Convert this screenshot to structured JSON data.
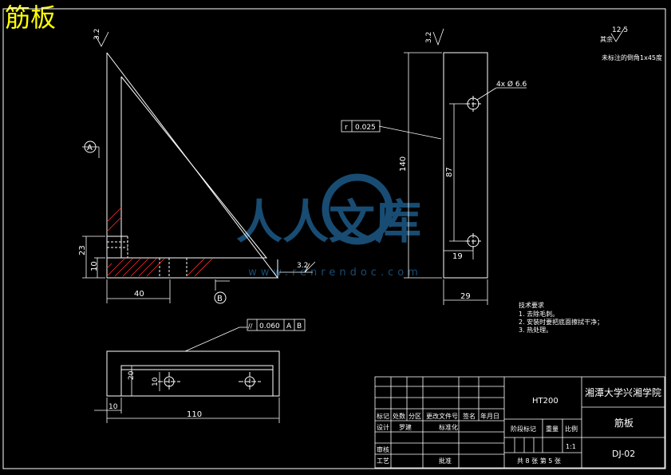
{
  "header": {
    "title": "筋板"
  },
  "colors": {
    "background": "#000000",
    "line": "#ffffff",
    "title": "#ffff00",
    "watermark": "#1d5a88",
    "red": "#ff3030"
  },
  "watermark": {
    "text": "人人文库",
    "url": "www.renrendoc.com"
  },
  "dimensions": {
    "d40": "40",
    "d23": "23",
    "d10a": "10",
    "d140": "140",
    "d87": "87",
    "d19": "19",
    "d29": "29",
    "d20": "20",
    "d10b": "10",
    "d10c": "10",
    "d110": "110"
  },
  "datums": {
    "a": "A",
    "b": "B"
  },
  "tolerances": {
    "roundness_sym": "r",
    "roundness_val": "0.025",
    "parallel_sym": "//",
    "parallel_val": "0.060",
    "parallel_a": "A",
    "parallel_b": "B"
  },
  "surface_finish": {
    "left_top": "3.2",
    "right_bottom": "3.2",
    "right_view_top": "3.2",
    "general": "12.5",
    "general_note": "其余"
  },
  "hole_callout": "4x Ø 6.6",
  "note_chamfer": "未标注的倒角1x45度",
  "tech_requirements": {
    "heading": "技术要求",
    "items": [
      "1. 去除毛刺。",
      "2. 安装时要把底面擦拭干净；",
      "3. 热处理。"
    ]
  },
  "title_block": {
    "material": "HT200",
    "school": "湘潭大学兴湘学院",
    "part_name": "筋板",
    "drawing_no": "DJ-02",
    "scale": "1:1",
    "sheet_info": "共 8 张    第 5 张",
    "labels": {
      "biaoji": "标记",
      "chushu": "处数",
      "fenqu": "分区",
      "gengai": "更改文件号",
      "qianming": "签名",
      "nianyueri": "年月日",
      "sheji": "设计",
      "luoyan": "罗建",
      "biaozhunhua": "标准化",
      "shenhe": "审核",
      "gongyi": "工艺",
      "pizhun": "批准",
      "jieduan": "阶段标记",
      "zhongliang": "重量",
      "bili": "比例"
    }
  }
}
